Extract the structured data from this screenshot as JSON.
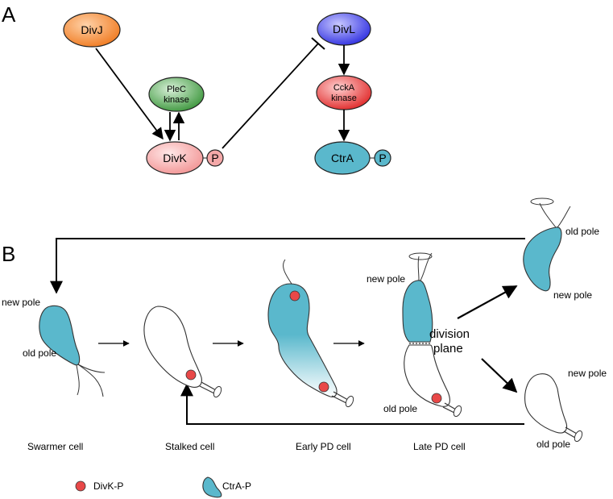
{
  "panels": {
    "a": "A",
    "b": "B"
  },
  "colors": {
    "divj": "#f08030",
    "divl": "#3a3ae8",
    "plec": "#4aa04a",
    "ccka": "#e83030",
    "divk": "#f4a0a0",
    "ctra": "#5ab8cc",
    "divk_p_dot": "#e84848"
  },
  "network": {
    "divj": "DivJ",
    "plec_line1": "PleC",
    "plec_line2": "kinase",
    "divk": "DivK",
    "divk_p": "P",
    "divl": "DivL",
    "ccka_line1": "CckA",
    "ccka_line2": "kinase",
    "ctra": "CtrA",
    "ctra_p": "P"
  },
  "cycle": {
    "pole_labels": {
      "swarmer_new": "new pole",
      "swarmer_old": "old pole",
      "late_new": "new pole",
      "late_old": "old pole",
      "top_right_old": "old pole",
      "top_right_new": "new pole",
      "bottom_right_new": "new pole",
      "bottom_right_old": "old pole"
    },
    "division_line1": "division",
    "division_line2": "plane",
    "stages": [
      "Swarmer cell",
      "Stalked cell",
      "Early PD cell",
      "Late PD cell"
    ]
  },
  "legend": {
    "divk_p": "DivK-P",
    "ctra_p": "CtrA-P"
  }
}
